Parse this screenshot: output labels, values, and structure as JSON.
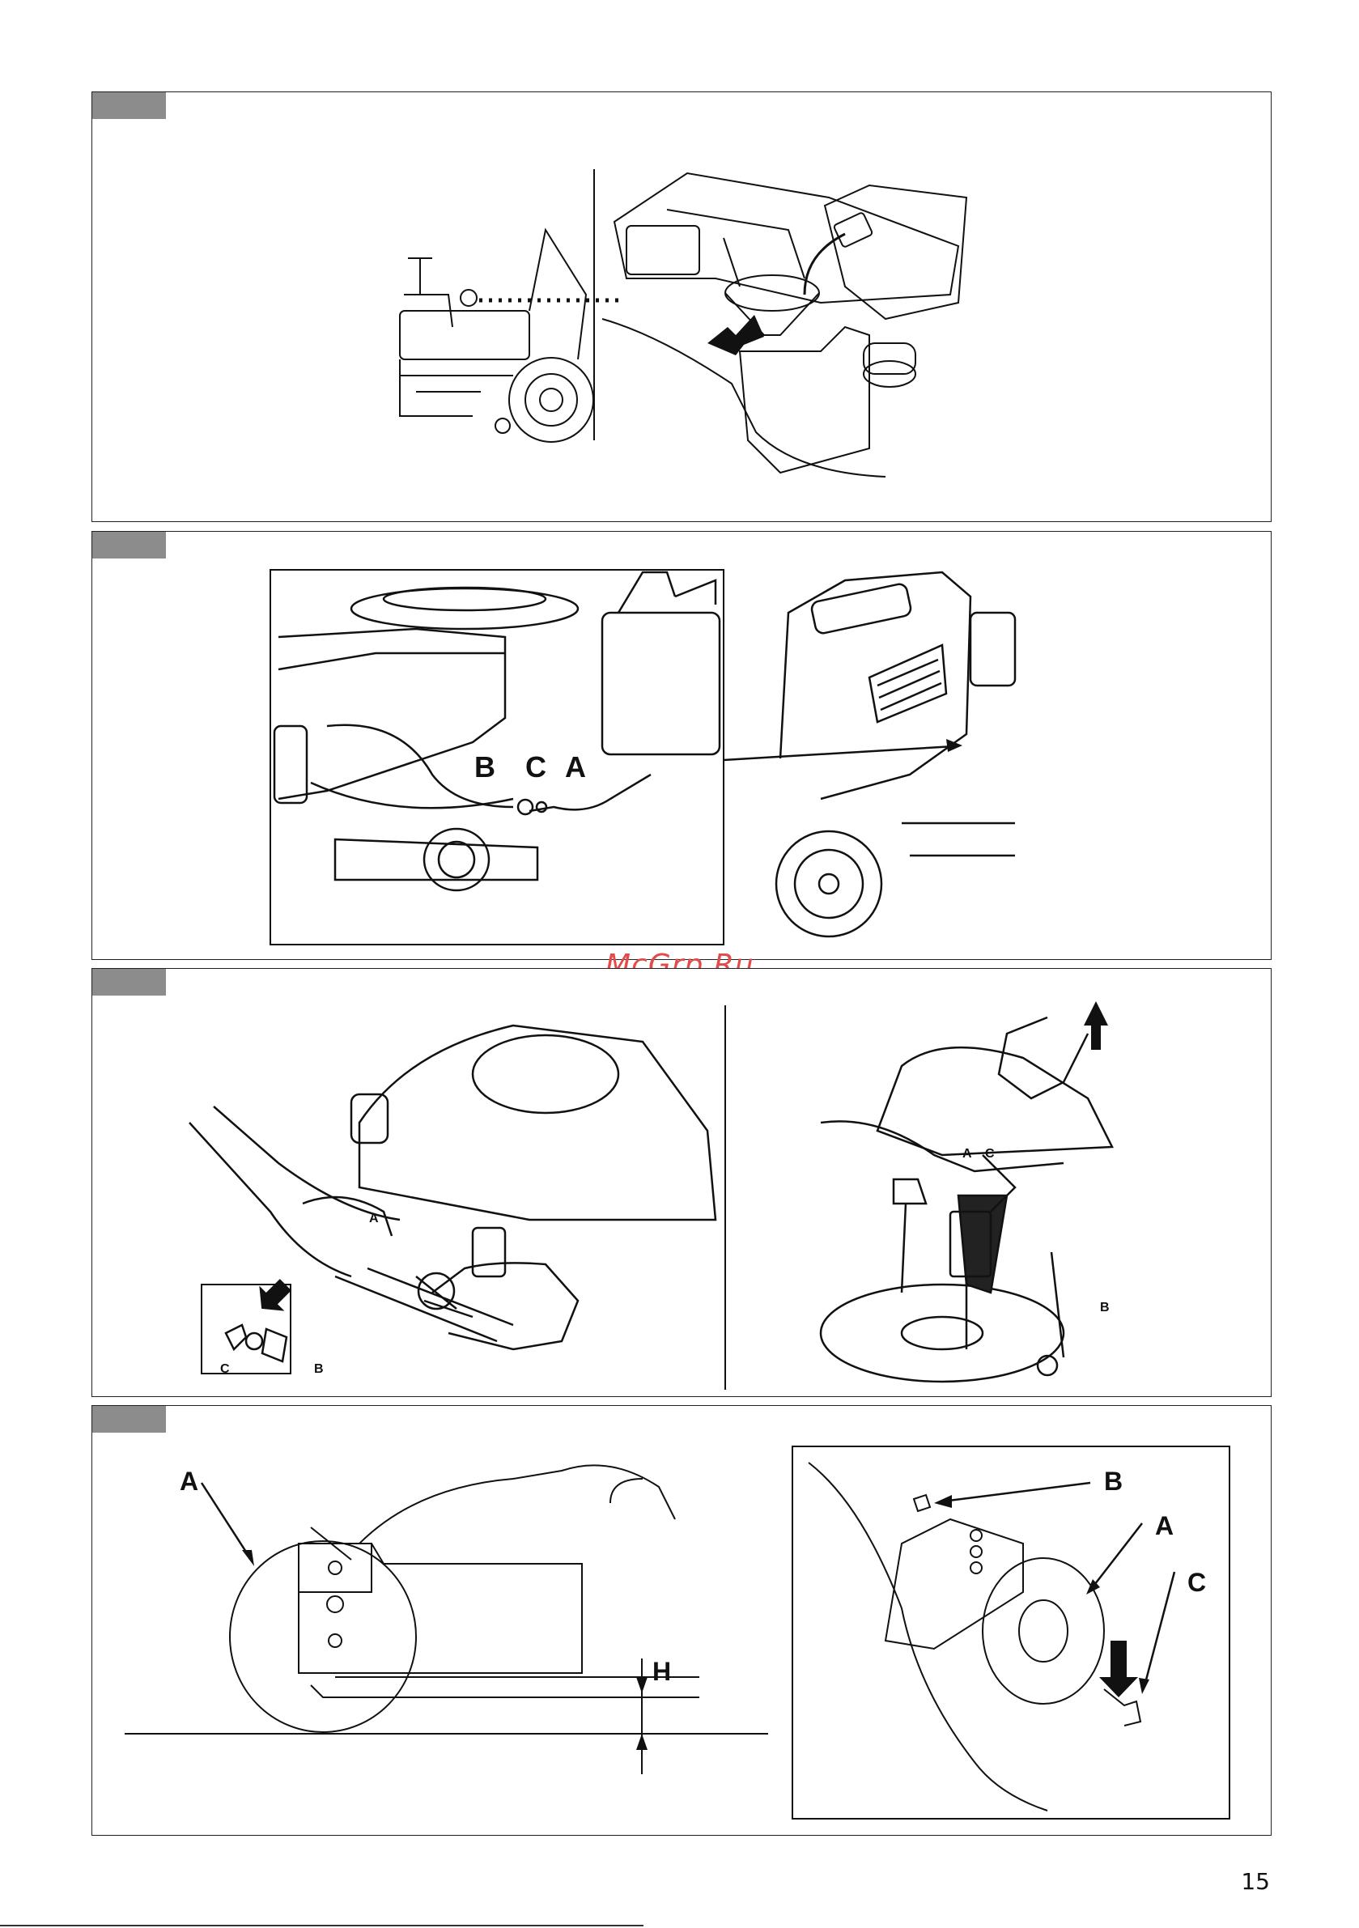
{
  "watermark": "McGrp.Ru",
  "page_number": "15",
  "panel1": {
    "figure": "fuel-filling"
  },
  "panel2": {
    "figure": "fuel-line-connection",
    "labels": {
      "b": "B",
      "c": "C",
      "a": "A"
    }
  },
  "panel3": {
    "left": {
      "figure": "oil-drain",
      "labels": {
        "a": "A",
        "b": "B",
        "c": "C"
      }
    },
    "right": {
      "figure": "oil-dipstick",
      "labels": {
        "a": "A",
        "c": "C",
        "b": "B"
      }
    }
  },
  "panel4": {
    "left": {
      "figure": "wheel-height",
      "labels": {
        "a": "A",
        "h": "H"
      }
    },
    "right": {
      "figure": "wheel-mounting",
      "labels": {
        "b": "B",
        "a": "A",
        "c": "C"
      }
    }
  }
}
